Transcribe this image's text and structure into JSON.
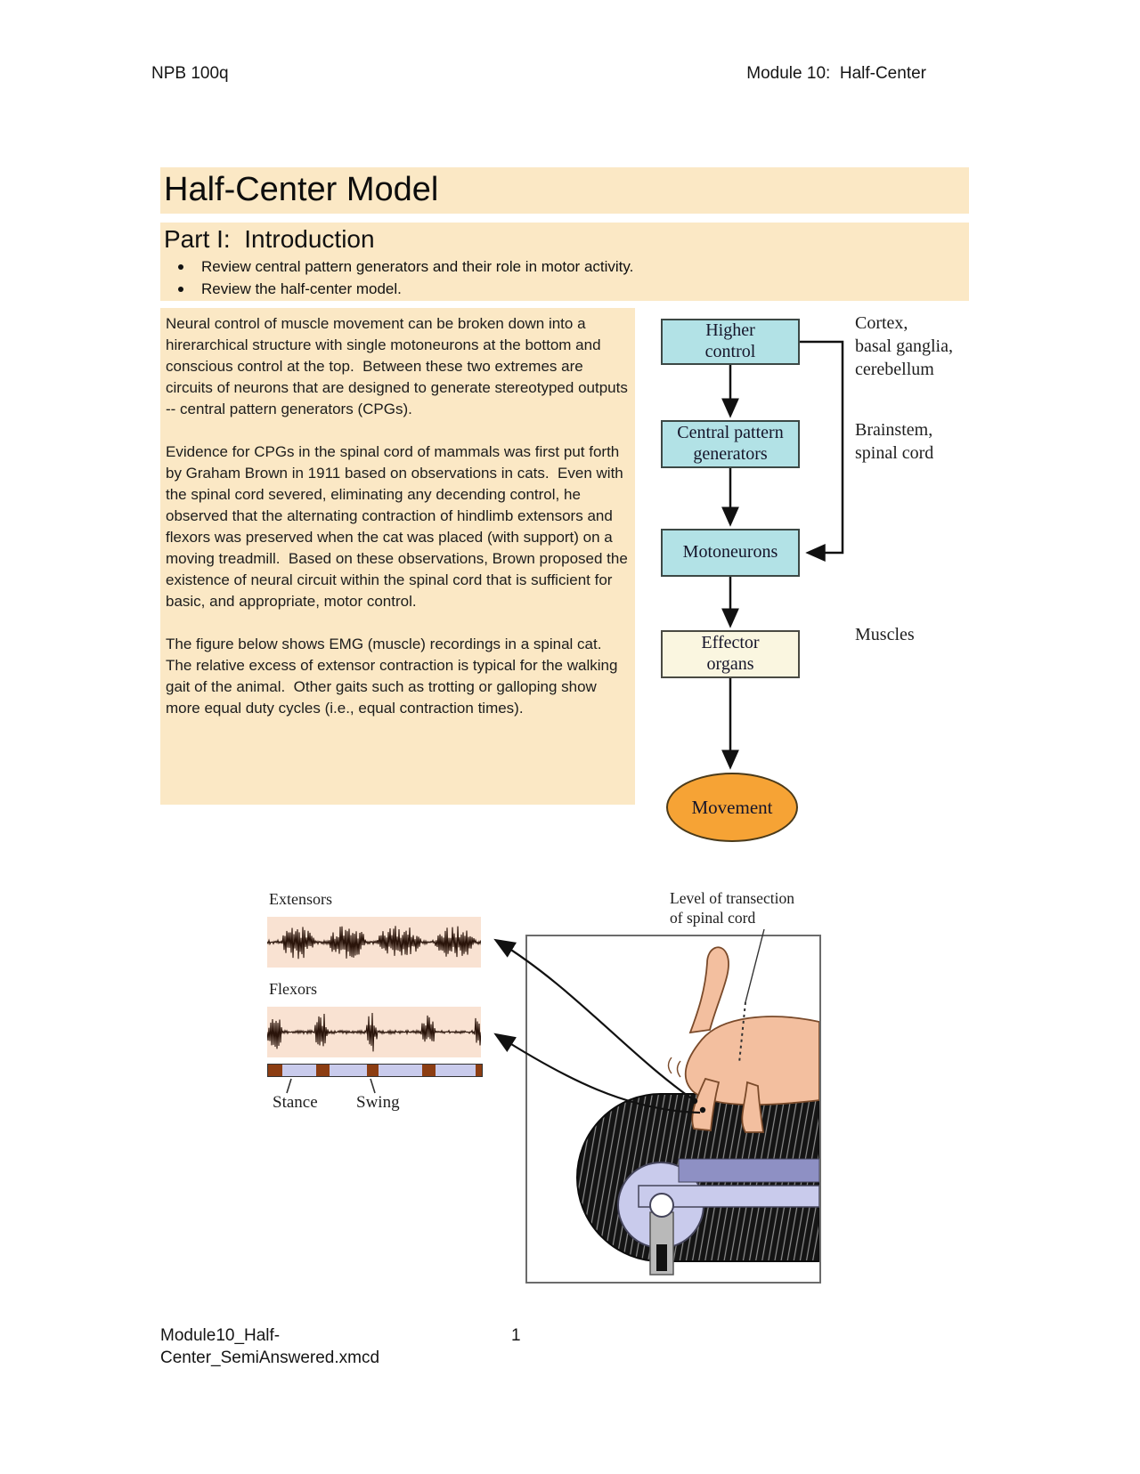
{
  "page": {
    "header_left": "NPB 100q",
    "header_right": "Module 10:  Half-Center",
    "footer_filename": "Module10_Half-\nCenter_SemiAnswered.xmcd",
    "page_number": "1"
  },
  "title": "Half-Center Model",
  "section": {
    "heading": "Part I:  Introduction",
    "bullets": [
      "Review central pattern generators and their role in motor activity.",
      "Review the half-center model."
    ]
  },
  "paragraphs": [
    "Neural control of muscle movement can be broken down into a hirerarchical structure with single motoneurons at the bottom and conscious control at the top.  Between these two extremes are circuits of neurons that are designed to generate stereotyped outputs -- central pattern generators (CPGs).",
    "Evidence for CPGs in the spinal cord of mammals was first put forth by Graham Brown in 1911 based on observations in cats.  Even with the spinal cord severed, eliminating any decending control, he observed that the alternating contraction of hindlimb extensors and flexors was preserved when the cat was placed (with support) on a moving treadmill.  Based on these observations, Brown proposed the existence of neural circuit within the spinal cord that is sufficient for basic, and appropriate, motor control.",
    "The figure below shows EMG (muscle) recordings in a spinal cat.  The relative excess of extensor contraction is typical for the walking gait of the animal.  Other gaits such as trotting or galloping show more equal duty cycles (i.e., equal contraction times)."
  ],
  "flowchart": {
    "nodes": [
      {
        "id": "higher-control",
        "label": "Higher\ncontrol"
      },
      {
        "id": "central-pattern-generators",
        "label": "Central pattern\ngenerators"
      },
      {
        "id": "motoneurons",
        "label": "Motoneurons"
      },
      {
        "id": "effector-organs",
        "label": "Effector\norgans"
      },
      {
        "id": "movement",
        "label": "Movement"
      }
    ],
    "side_labels": [
      {
        "text": "Cortex,\nbasal ganglia,\ncerebellum"
      },
      {
        "text": "Brainstem,\nspinal cord"
      },
      {
        "text": "Muscles"
      }
    ]
  },
  "emg_figure": {
    "extensors_label": "Extensors",
    "flexors_label": "Flexors",
    "stance_label": "Stance",
    "swing_label": "Swing",
    "transection_label": "Level of transection\nof spinal cord",
    "gait_bar": {
      "segments": [
        {
          "phase": "swing",
          "width_pct": 6.8
        },
        {
          "phase": "stance",
          "width_pct": 15.5
        },
        {
          "phase": "swing",
          "width_pct": 6.5
        },
        {
          "phase": "stance",
          "width_pct": 17.5
        },
        {
          "phase": "swing",
          "width_pct": 5.2
        },
        {
          "phase": "stance",
          "width_pct": 20.5
        },
        {
          "phase": "swing",
          "width_pct": 6.5
        },
        {
          "phase": "stance",
          "width_pct": 18.5
        },
        {
          "phase": "swing",
          "width_pct": 3.0
        }
      ]
    }
  },
  "colors": {
    "highlight_peach": "#FBE8C5",
    "box_blue": "#B2E2E6",
    "box_border": "#3C4845",
    "box_ivory": "#FAF6E0",
    "movement_orange": "#F6A335",
    "strip_pink": "#F9E2D2",
    "waveform": "#2a140a",
    "gait_stance": "#C9CBEC",
    "gait_swing": "#8C3D12",
    "belt_black": "#141414",
    "treadmill_bar_blue": "#8E90C4",
    "treadmill_lavender": "#C9CBEC",
    "cat_tan": "#F3BF9F"
  }
}
